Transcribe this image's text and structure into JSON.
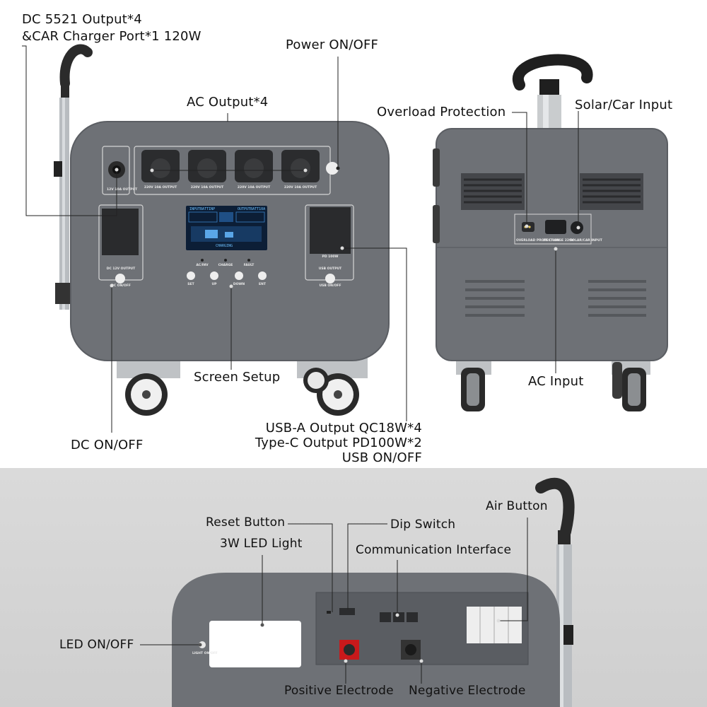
{
  "callouts": {
    "dc5521_line1": "DC 5521 Output*4",
    "dc5521_line2": "&CAR Charger Port*1 120W",
    "power_onoff": "Power ON/OFF",
    "ac_output": "AC Output*4",
    "overload_protection": "Overload Protection",
    "solar_car_input": "Solar/Car Input",
    "screen_setup": "Screen Setup",
    "ac_input": "AC Input",
    "dc_onoff": "DC ON/OFF",
    "usb_line1": "USB-A Output QC18W*4",
    "usb_line2": "Type-C Output PD100W*2",
    "usb_line3": "USB ON/OFF",
    "reset_button": "Reset Button",
    "dip_switch": "Dip Switch",
    "air_button": "Air Button",
    "led_light": "3W LED Light",
    "communication_interface": "Communication Interface",
    "led_onoff": "LED ON/OFF",
    "positive_electrode": "Positive Electrode",
    "negative_electrode": "Negative Electrode"
  },
  "panel_text": {
    "car_input": "12V 10A OUTPUT",
    "socket1": "220V 10A OUTPUT",
    "socket2": "220V 10A OUTPUT",
    "socket3": "220V 10A OUTPUT",
    "socket4": "220V 10A OUTPUT",
    "dc_output": "DC 12V OUTPUT",
    "dc_onoff": "DC ON/OFF",
    "pd_label": "PD 100W",
    "usb_output": "USB OUTPUT",
    "usb_onoff": "USB ON/OFF",
    "ind_acinv": "AC/INV",
    "ind_charge": "CHARGE",
    "ind_fault": "FAULT",
    "btn_set": "SET",
    "btn_up": "UP",
    "btn_down": "DOWN",
    "btn_ent": "ENT",
    "lcd_input": "INPUTBATTINP",
    "lcd_output": "OUTPUTBATT10A",
    "lcd_charging": "CHARGING",
    "back_overload": "OVERLOAD PROTECTION",
    "back_ac_charge": "AC CHARGE 220V",
    "back_solar": "SOLAR/CAR INPUT",
    "led_panel": "LIGHT ON/OFF"
  },
  "colors": {
    "body": "#6e7176",
    "body_dark": "#5b5e63",
    "positive": "#c8191b",
    "negative": "#333333",
    "lcd_bg": "#0c1e36",
    "lcd_text": "#6ec1ff"
  },
  "icons": [
    "power-button-icon",
    "ac-socket-icon",
    "usb-port-icon",
    "vent-icon",
    "wheel-icon",
    "handle-icon"
  ]
}
